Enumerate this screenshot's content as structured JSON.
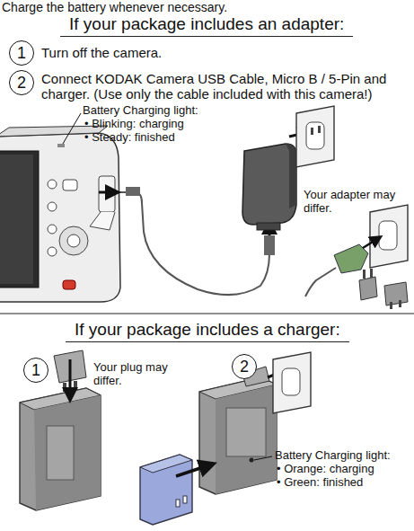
{
  "diagram": {
    "title": "Charge the battery whenever necessary.",
    "nodes": [
      {
        "text": [
          "1"
        ]
      },
      {
        "text": [
          "2"
        ]
      },
      {
        "text": [
          "1"
        ]
      },
      {
        "text": [
          "2"
        ]
      }
    ],
    "labels": [
      "If your package includes an adapter:",
      "Turn off the camera.",
      "Connect KODAK Camera USB Cable, Micro B / 5-Pin and charger. (Use only the cable included with this camera!)",
      "Battery Charging light:",
      "• Blinking: charging",
      "• Steady: finished",
      "Your adapter may differ.",
      "If your package includes a charger:",
      "Your plug may differ.",
      "Battery Charging light:",
      "• Orange: charging",
      "• Green: finished"
    ]
  }
}
